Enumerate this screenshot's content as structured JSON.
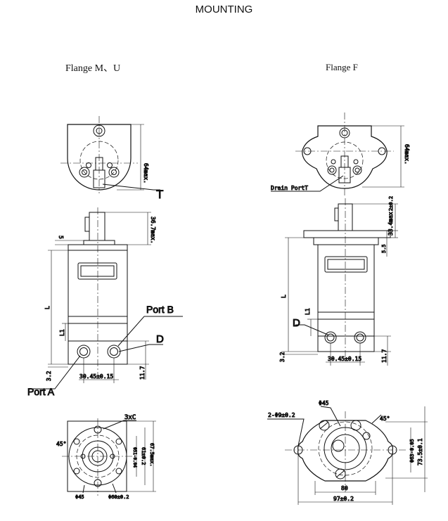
{
  "title": "MOUNTING",
  "left": {
    "flange_label": "Flange  M、U",
    "dim_top_height": "64max.",
    "callout_t": "T",
    "dim_shaft": "36.7max.",
    "dim_5": "5",
    "dim_L": "L",
    "dim_L1": "L1",
    "dim_3_2": "3.2",
    "dim_11_7": "11.7",
    "dim_ports": "30.45±0.15",
    "port_a": "Port A",
    "port_b": "Port B",
    "callout_d": "D",
    "callout_3xc": "3xC",
    "dim_45deg": "45°",
    "dim_pilot": "Φ51-0.04",
    "dim_61": "61±0.2",
    "dim_67": "67.5max.",
    "dim_phi45": "Φ45",
    "dim_phi60": "Φ60±0.2"
  },
  "right": {
    "flange_label": "Flange  F",
    "dim_top_height": "64max.",
    "drain_port": "Drain PortT",
    "dim_2": "2±0.2",
    "dim_33_4": "33.4max.",
    "dim_5_5": "5.5",
    "dim_L": "L",
    "dim_L1": "L1",
    "callout_d": "D",
    "dim_3_2": "3.2",
    "dim_11_7": "11.7",
    "dim_ports": "30.45±0.15",
    "dim_holes": "2-Φ9±0.2",
    "dim_phi45": "Φ45",
    "dim_45deg": "45°",
    "dim_pilot": "Φ63-0.05",
    "dim_73_5": "73.5±0.1",
    "dim_80": "80",
    "dim_97": "97±0.2"
  }
}
